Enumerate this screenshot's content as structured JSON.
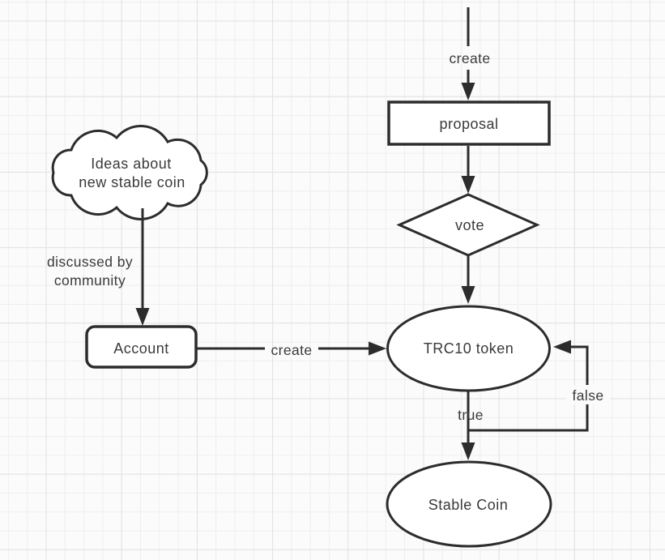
{
  "canvas": {
    "background": "#fbfbfb",
    "grid_minor_color": "#eeeeee",
    "grid_major_color": "#e2e2e2",
    "stroke_color": "#2c2c2c",
    "text_color": "#3a3a3a",
    "node_fill": "#ffffff"
  },
  "nodes": {
    "idea_cloud": {
      "shape": "cloud",
      "lines": [
        "Ideas about",
        "new stable coin"
      ]
    },
    "proposal": {
      "shape": "rectangle",
      "label": "proposal"
    },
    "vote": {
      "shape": "diamond",
      "label": "vote"
    },
    "account": {
      "shape": "rounded-rectangle",
      "label": "Account"
    },
    "trc10_token": {
      "shape": "ellipse",
      "label": "TRC10 token"
    },
    "stable_coin": {
      "shape": "ellipse",
      "label": "Stable Coin"
    }
  },
  "edges": {
    "create_proposal": {
      "label": "create",
      "from": "offscreen-top",
      "to": "proposal"
    },
    "proposal_to_vote": {
      "label": "",
      "from": "proposal",
      "to": "vote"
    },
    "vote_to_trc10": {
      "label": "",
      "from": "vote",
      "to": "trc10_token"
    },
    "discussed_by_community": {
      "lines": [
        "discussed by",
        "community"
      ],
      "from": "idea_cloud",
      "to": "account"
    },
    "create_trc10": {
      "label": "create",
      "from": "account",
      "to": "trc10_token"
    },
    "true_branch": {
      "label": "true",
      "from": "trc10_token",
      "to": "stable_coin"
    },
    "false_branch": {
      "label": "false",
      "from": "true_branch",
      "to": "trc10_token"
    }
  }
}
